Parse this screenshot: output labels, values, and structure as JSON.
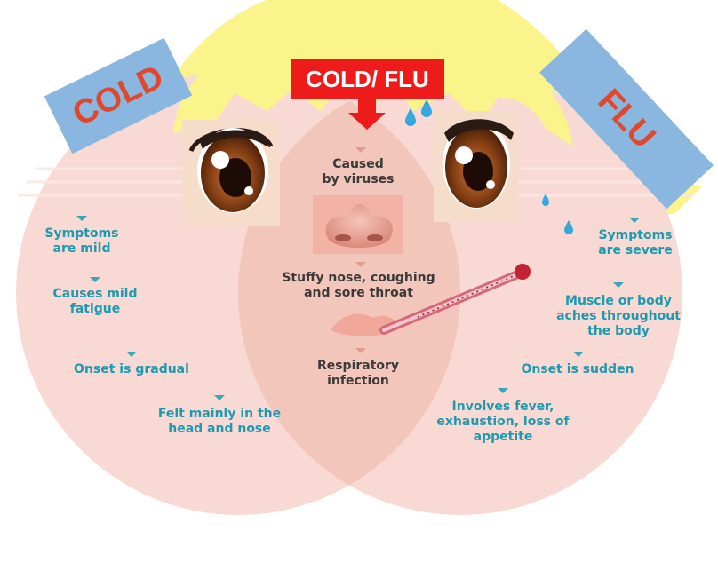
{
  "title": "COLD/ FLU",
  "labels": {
    "cold": "COLD",
    "flu": "FLU"
  },
  "center": {
    "caused": [
      "Caused",
      "by viruses"
    ],
    "symptoms": [
      "Stuffy nose, coughing",
      "and sore throat"
    ],
    "infection": [
      "Respiratory",
      "infection"
    ]
  },
  "cold_items": [
    [
      "Symptoms",
      "are mild"
    ],
    [
      "Causes mild",
      "fatigue"
    ],
    [
      "Onset is gradual"
    ],
    [
      "Felt mainly in the",
      "head and nose"
    ]
  ],
  "flu_items": [
    [
      "Symptoms",
      "are severe"
    ],
    [
      "Muscle or body",
      "aches throughout",
      "the body"
    ],
    [
      "Onset is sudden"
    ],
    [
      "Involves fever,",
      "exhaustion, loss of",
      "appetite"
    ]
  ],
  "colors": {
    "hair": "#fbf48a",
    "circle": "#f9d9d4",
    "overlap": "#f3c6bc",
    "text_teal": "#1e9ab0",
    "label_box": "#8ab7e0",
    "label_text": "#e0482d",
    "title_bg": "#ee1b1b"
  }
}
